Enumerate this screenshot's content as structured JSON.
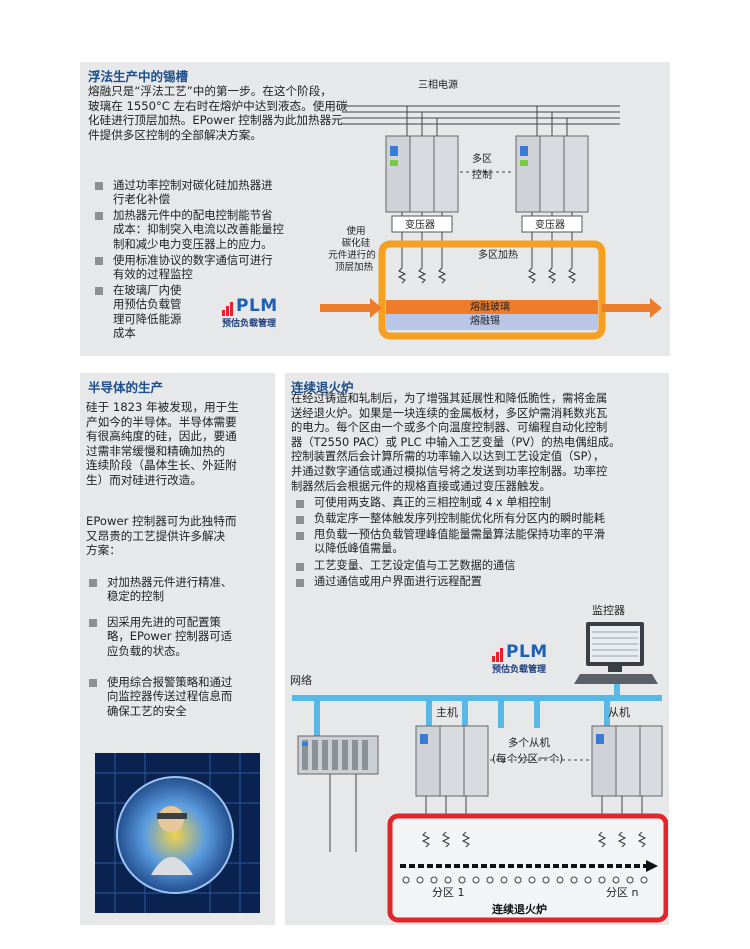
{
  "section1": {
    "title": "浮法生产中的锡槽",
    "paragraph": [
      "熔融只是“浮法工艺”中的第一步。在这个阶段，",
      "玻璃在 1550°C 左右时在熔炉中达到液态。使用碳",
      "化硅进行顶层加热。EPower 控制器为此加热器元",
      "件提供多区控制的全部解决方案。"
    ],
    "bullets": [
      [
        "通过功率控制对碳化硅加热器进",
        "行老化补偿"
      ],
      [
        "加热器元件中的配电控制能节省",
        "成本：抑制突入电流以改善能量控",
        "制和减少电力变压器上的应力。"
      ],
      [
        "使用标准协议的数字通信可进行",
        "有效的过程监控"
      ],
      [
        "在玻璃厂内使",
        "用预估负载管",
        "理可降低能源",
        "成本"
      ]
    ],
    "plm": {
      "word": "PLM",
      "sub": "预估负载管理"
    },
    "diagram": {
      "power": "三相电源",
      "zone_ctrl": [
        "多区",
        "控制"
      ],
      "transformer": "变压器",
      "sic": [
        "使用",
        "碳化硅",
        "元件进行的",
        "顶层加热"
      ],
      "heating": "多区加热",
      "glass": "熔融玻璃",
      "tin": "熔融锡"
    }
  },
  "section2": {
    "title": "半导体的生产",
    "paragraph1": [
      "硅于 1823 年被发现，用于生",
      "产如今的半导体。半导体需要",
      "有很高纯度的硅，因此，要通",
      "过需非常缓慢和精确加热的",
      "连续阶段（晶体生长、外延附",
      "生）而对硅进行改造。"
    ],
    "paragraph2": [
      "EPower 控制器可为此独特而",
      "又昂贵的工艺提供许多解决",
      "方案："
    ],
    "bullets": [
      [
        "对加热器元件进行精准、",
        "稳定的控制"
      ],
      [
        "因采用先进的可配置策",
        "略，EPower 控制器可适",
        "应负载的状态。"
      ],
      [
        "使用综合报警策略和通过",
        "向监控器传送过程信息而",
        "确保工艺的安全"
      ]
    ]
  },
  "section3": {
    "title": "连续退火炉",
    "paragraph": [
      "在经过铸造和轧制后，为了增强其延展性和降低脆性，需将金属",
      "送经退火炉。如果是一块连续的金属板材，多区炉需消耗数兆瓦",
      "的电力。每个区由一个或多个向温度控制器、可编程自动化控制",
      "器（T2550 PAC）或 PLC 中输入工艺变量（PV）的热电偶组成。",
      "控制装置然后会计算所需的功率输入以达到工艺设定值（SP），",
      "并通过数字通信或通过模拟信号将之发送到功率控制器。功率控",
      "制器然后会根据元件的规格直接或通过变压器触发。"
    ],
    "bullets": [
      [
        "可使用两支路、真正的三相控制或 4 x 单相控制"
      ],
      [
        "负载定序一整体触发序列控制能优化所有分区内的瞬时能耗"
      ],
      [
        "甩负载一预估负载管理峰值能量需量算法能保持功率的平滑",
        "以降低峰值需量。"
      ],
      [
        "工艺变量、工艺设定值与工艺数据的通信"
      ],
      [
        "通过通信或用户界面进行远程配置"
      ]
    ],
    "plm": {
      "word": "PLM",
      "sub": "预估负载管理"
    },
    "diagram": {
      "monitor": "监控器",
      "network": "网络",
      "master": "主机",
      "slave": "从机",
      "multi_slave": [
        "多个从机",
        "(每个分区一个)"
      ],
      "zone1": "分区 1",
      "zonen": "分区 n",
      "furnace": "连续退火炉"
    }
  }
}
